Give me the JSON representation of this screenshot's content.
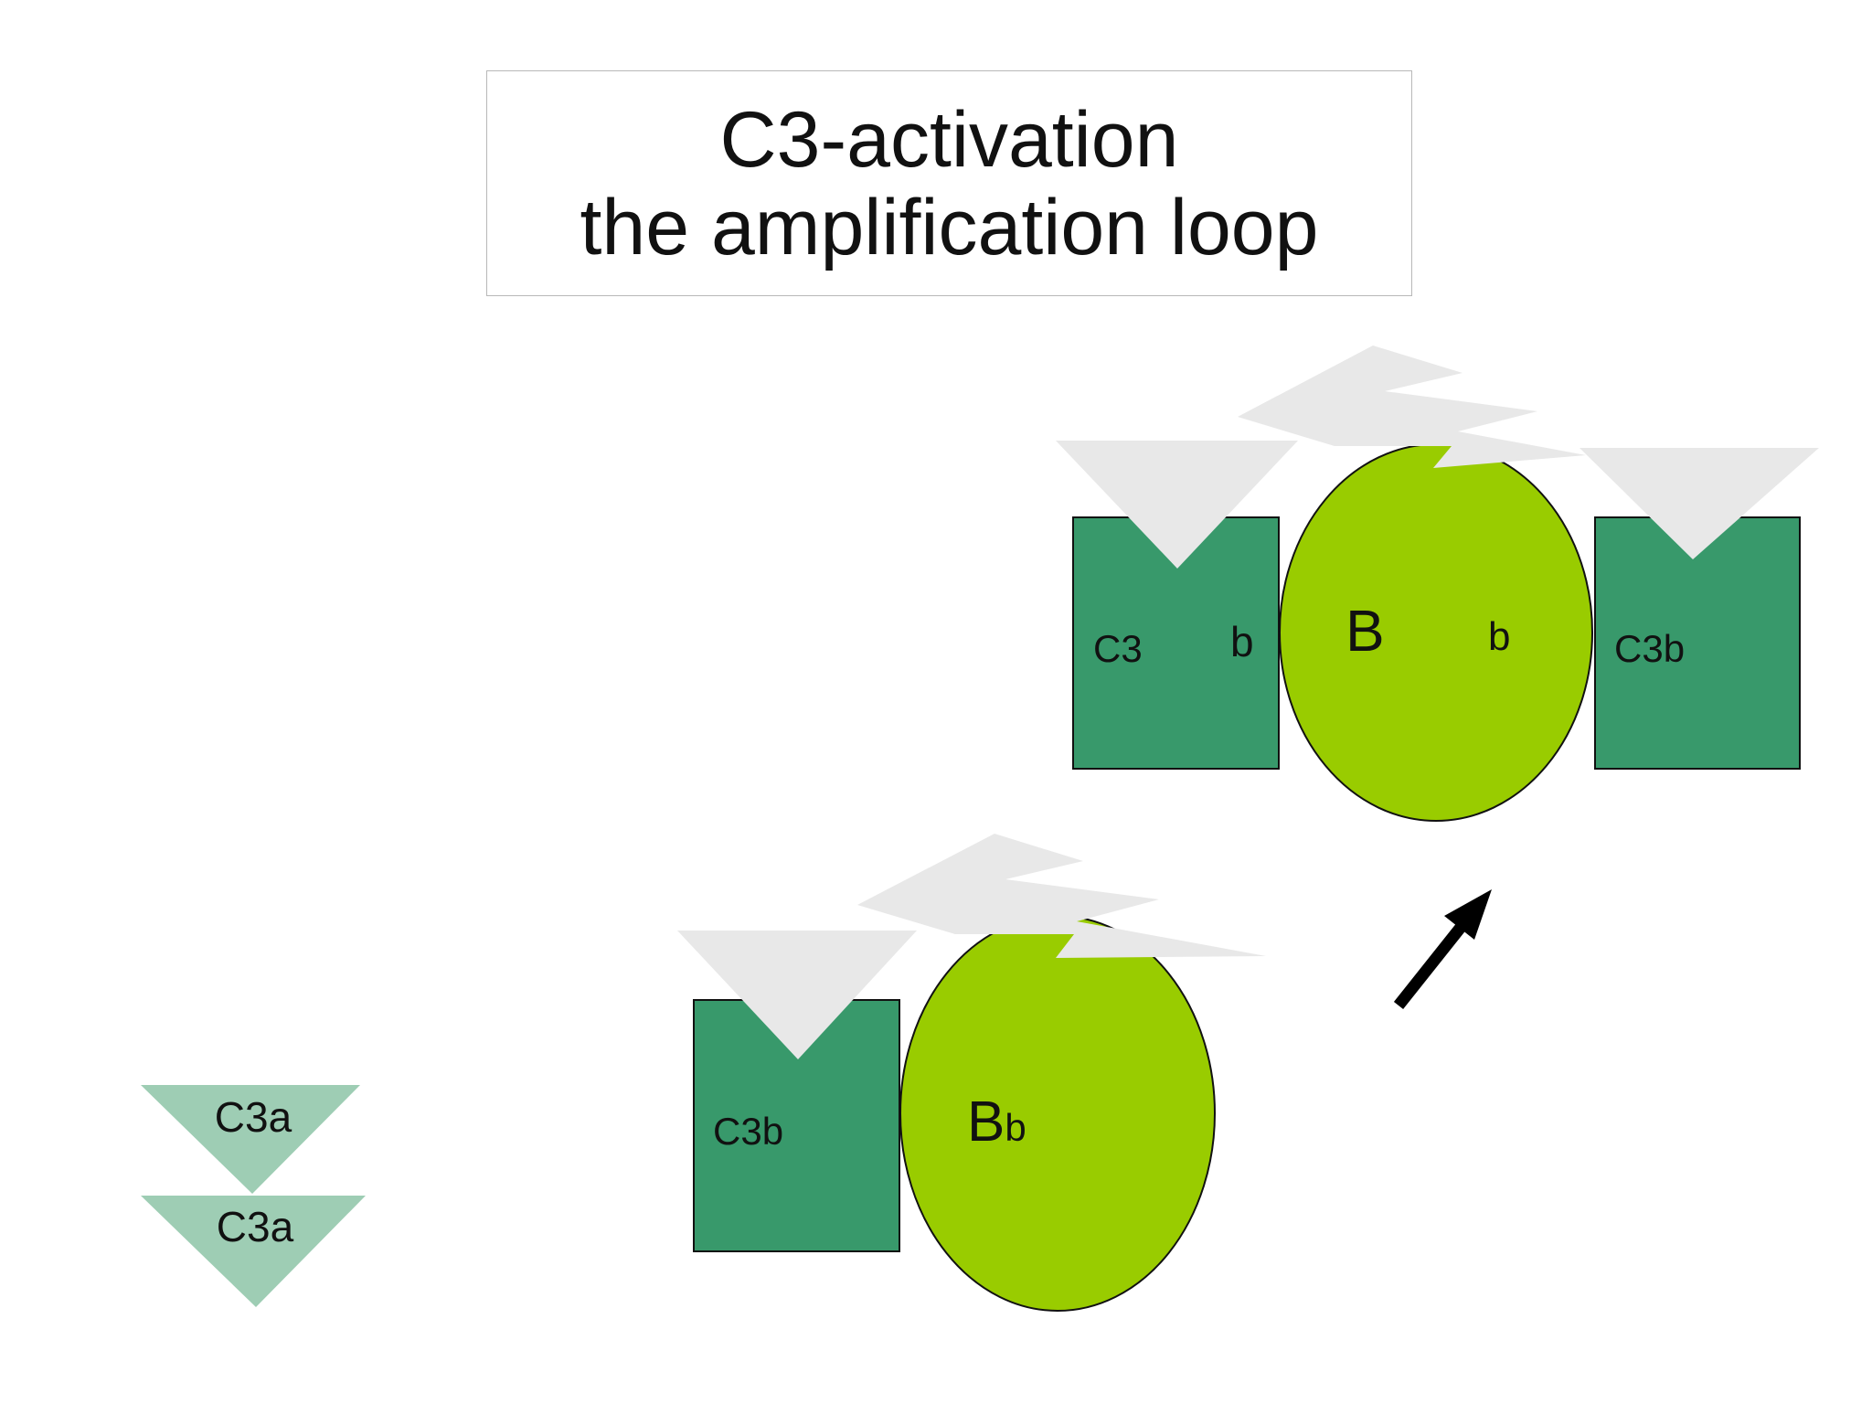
{
  "title": {
    "line1": "C3-activation",
    "line2": "the amplification loop"
  },
  "colors": {
    "dark_green": "#38996b",
    "light_green": "#99cc00",
    "pale_green": "#9ecdb4",
    "light_gray": "#e8e8e8",
    "outline": "#111111",
    "arrow": "#000000"
  },
  "labels": {
    "c3a_top": "C3a",
    "c3a_bottom": "C3a",
    "lower_c3b": "C3b",
    "lower_bb_main": "B",
    "lower_bb_sub": "b",
    "upper_c3": "C3",
    "upper_c3_b": "b",
    "upper_b": "B",
    "upper_b_b": "b",
    "upper_c3b": "C3b"
  }
}
